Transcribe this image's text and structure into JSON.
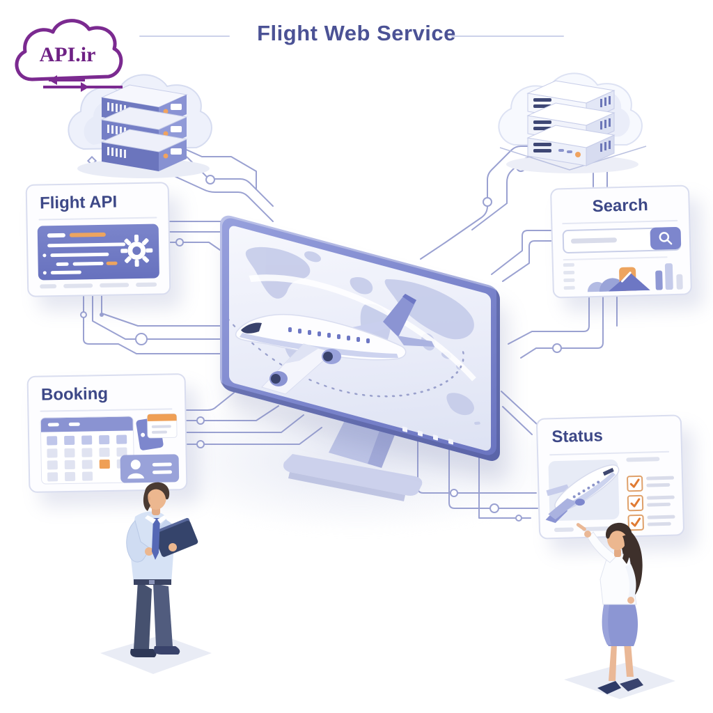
{
  "header": {
    "title": "Flight Web Service"
  },
  "logo": {
    "text": "API.ir"
  },
  "cards": {
    "flight_api": {
      "title": "Flight API"
    },
    "search": {
      "title": "Search"
    },
    "booking": {
      "title": "Booking"
    },
    "status": {
      "title": "Status"
    }
  },
  "icons": {
    "logo_cloud": "cloud-outline-icon",
    "logo_arrows": "sync-arrows-icon",
    "left_cluster": "cloud-server-stack-icon",
    "right_cluster": "cloud-server-stack-icon",
    "flight_api_panel": "api-code-panel",
    "gear": "gear-icon",
    "search_magnifier": "magnifier-icon",
    "search_chart": "mini-bar-mountain-chart-icon",
    "calendar": "calendar-icon",
    "ticket": "boarding-pass-icon",
    "id_card": "passenger-id-icon",
    "status_plane": "airplane-icon",
    "checkboxes": "checked-checkbox-icon",
    "monitor": "monitor-icon",
    "world_map": "world-map-icon",
    "center_plane": "airplane-icon",
    "flight_path": "dashed-flight-path"
  },
  "figures": {
    "left_person": "man-holding-tablet",
    "right_person": "woman-pointing-at-status"
  },
  "colors": {
    "background": "#ffffff",
    "title_text": "#4b5295",
    "card_title_text": "#3d4887",
    "accent_indigo": "#6d77c4",
    "monitor_frame": "#7d87cc",
    "lavender": "#c5cbe9",
    "orange_accent": "#eda45f",
    "logo_purple": "#7b2a90",
    "circuit_line": "#9aa1d1"
  }
}
